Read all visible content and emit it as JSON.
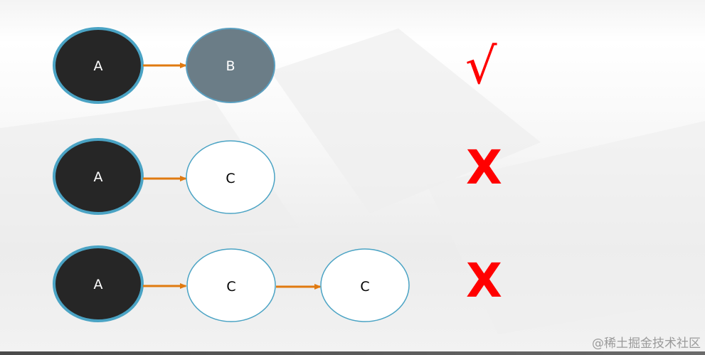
{
  "rows": [
    {
      "nodes": [
        {
          "label": "A",
          "style": "dark"
        },
        {
          "label": "B",
          "style": "gray"
        }
      ],
      "mark": "√"
    },
    {
      "nodes": [
        {
          "label": "A",
          "style": "dark"
        },
        {
          "label": "C",
          "style": "light"
        }
      ],
      "mark": "X"
    },
    {
      "nodes": [
        {
          "label": "A",
          "style": "dark"
        },
        {
          "label": "C",
          "style": "light"
        },
        {
          "label": "C",
          "style": "light"
        }
      ],
      "mark": "X"
    }
  ],
  "colors": {
    "dark_fill": "#262626",
    "dark_stroke": "#4aa3c4",
    "gray_fill": "#6b7d87",
    "gray_stroke": "#5a9fc0",
    "light_fill": "#ffffff",
    "light_stroke": "#4aa3c4",
    "arrow": "#e07a10",
    "mark": "#ff0000"
  },
  "watermark": "@稀土掘金技术社区"
}
